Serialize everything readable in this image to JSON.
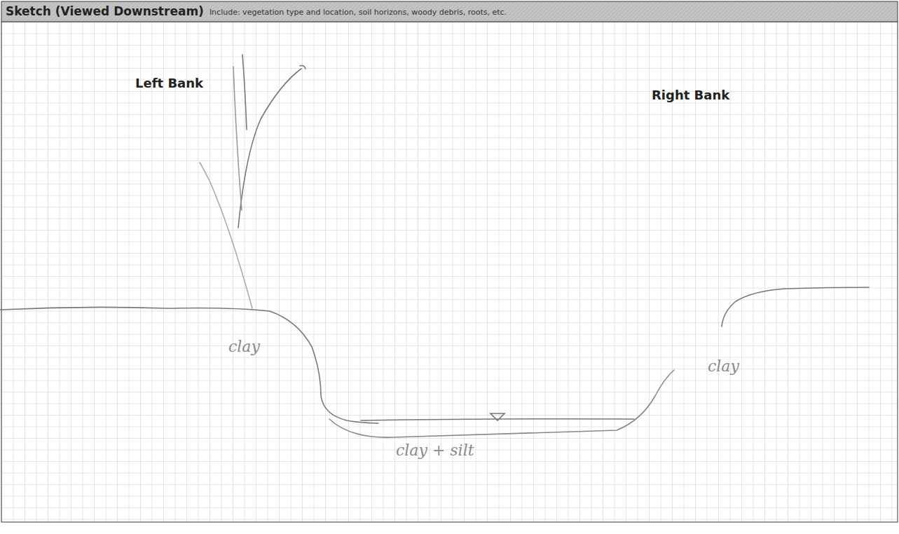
{
  "diagram": {
    "title": "Sketch (Viewed Downstream)",
    "labels": [
      "Include: vegetation type and location, soil horizons, woody debris, roots, etc.",
      "Left Bank",
      "Right Bank",
      "clay",
      "clay",
      "clay + silt"
    ]
  }
}
